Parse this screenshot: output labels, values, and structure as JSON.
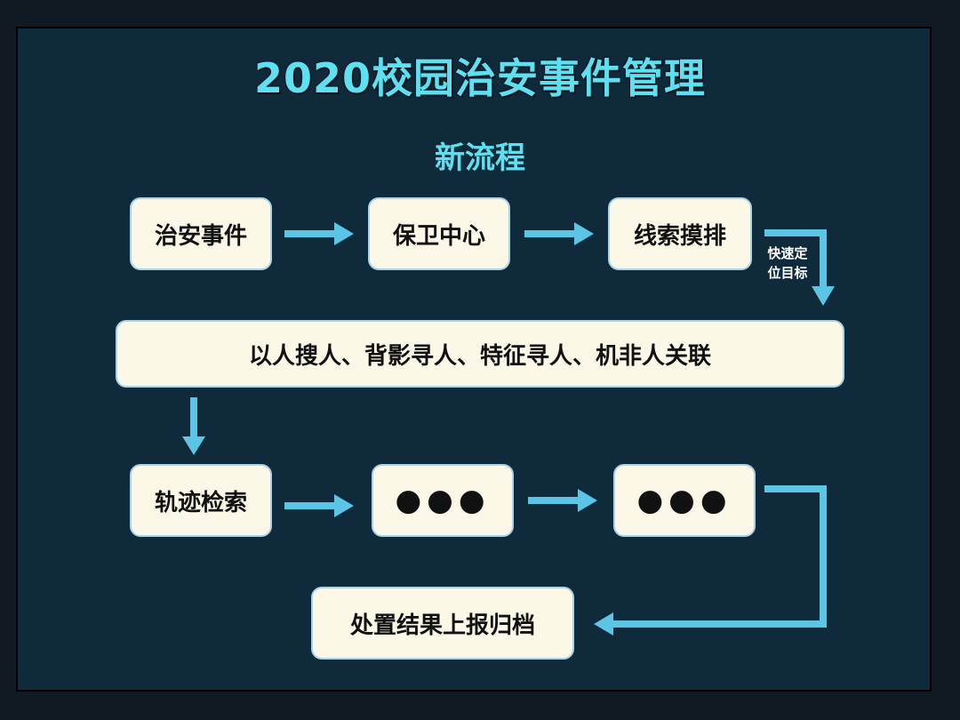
{
  "title": "2020校园治安事件管理",
  "subtitle": "新流程",
  "nodes": {
    "incident": "治安事件",
    "security_center": "保卫中心",
    "clue_check": "线索摸排",
    "search_methods": "以人搜人、背影寻人、特征寻人、机非人关联",
    "trajectory": "轨迹检索",
    "step_a": "●●●",
    "step_b": "●●●",
    "report": "处置结果上报归档"
  },
  "edge_labels": {
    "locate": "快速定位目标"
  },
  "colors": {
    "background": "#0e2a3b",
    "title": "#5ee0f0",
    "box_fill": "#fbf8e8",
    "box_border": "#a8d4ea",
    "arrow": "#5cc4e4"
  }
}
